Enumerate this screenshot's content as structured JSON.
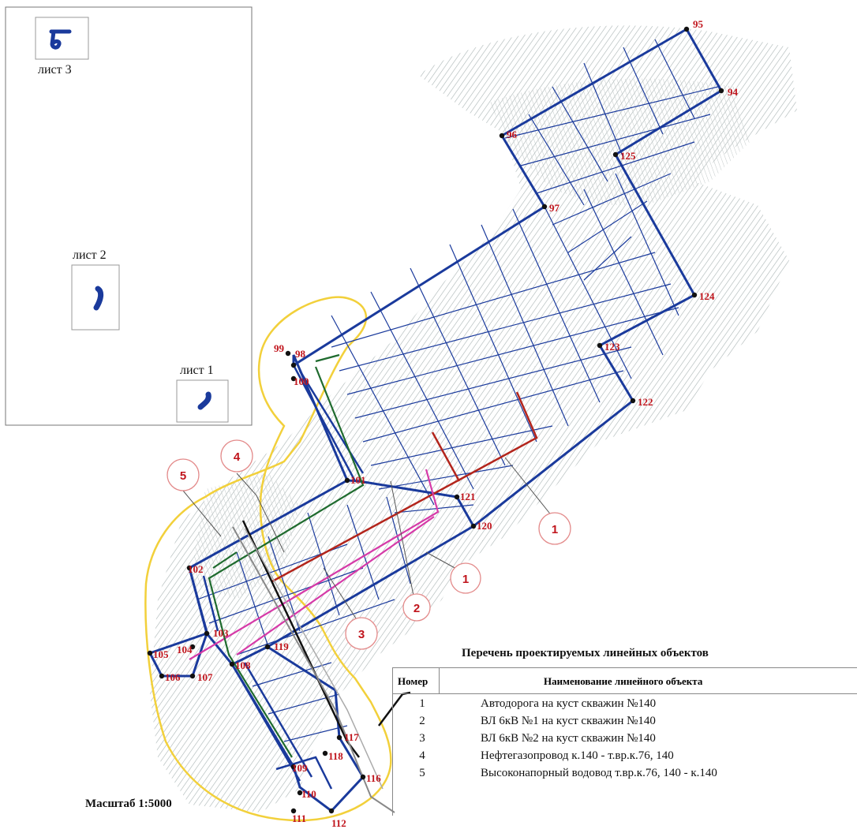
{
  "overview": {
    "sheets": [
      {
        "label": "лист 3"
      },
      {
        "label": "лист 2"
      },
      {
        "label": "лист 1"
      }
    ]
  },
  "points": [
    "95",
    "94",
    "96",
    "125",
    "97",
    "124",
    "123",
    "122",
    "99",
    "98",
    "100",
    "101",
    "121",
    "120",
    "102",
    "103",
    "104",
    "105",
    "106",
    "107",
    "108",
    "119",
    "117",
    "118",
    "109",
    "116",
    "110",
    "111",
    "112"
  ],
  "callouts": [
    "1",
    "2",
    "3",
    "4",
    "5",
    "1"
  ],
  "legend": {
    "title": "Перечень проектируемых линейных объектов",
    "col_number": "Номер",
    "col_name": "Наименование линейного объекта",
    "rows": [
      {
        "number": "1",
        "name": "Автодорога на куст скважин №140"
      },
      {
        "number": "2",
        "name": "ВЛ 6кВ №1 на куст скважин №140"
      },
      {
        "number": "3",
        "name": "ВЛ 6кВ №2 на куст скважин №140"
      },
      {
        "number": "4",
        "name": "Нефтегазопровод к.140 - т.вр.к.76, 140"
      },
      {
        "number": "5",
        "name": "Высоконапорный водовод т.вр.к.76, 140 - к.140"
      }
    ]
  },
  "scale": "Масштаб 1:5000",
  "colors": {
    "boundary": "#1a3a9c",
    "road": "#b3251c",
    "power_line_1": "#d63aa8",
    "power_line_2": "#1f6b2e",
    "oil_pipe": "#111111",
    "water_pipe": "#888888",
    "buffer_zone": "#f2d03b",
    "point_label": "#c0141c"
  }
}
